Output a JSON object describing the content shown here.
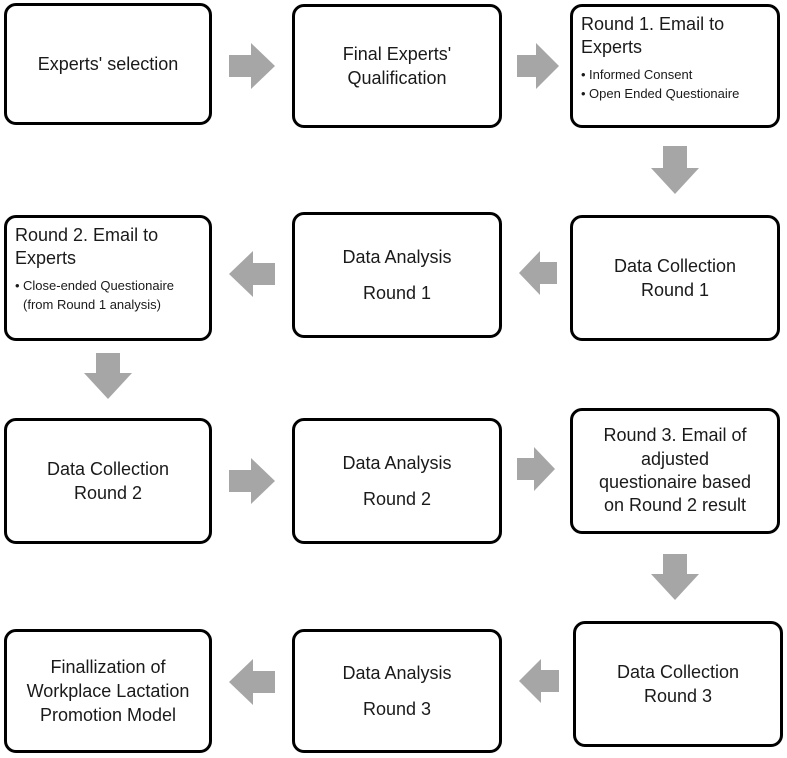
{
  "colors": {
    "box_border": "#000000",
    "arrow": "#a6a6a6"
  },
  "boxes": {
    "experts_selection": {
      "lines": [
        "Experts' selection"
      ]
    },
    "final_qualification": {
      "lines": [
        "Final Experts'",
        "Qualification"
      ]
    },
    "round1_email": {
      "title": "Round 1. Email to Experts",
      "bullets": [
        "Informed Consent",
        "Open Ended Questionaire"
      ]
    },
    "data_collection_r1": {
      "lines": [
        "Data Collection",
        "Round 1"
      ]
    },
    "data_analysis_r1": {
      "lines": [
        "Data Analysis",
        "Round 1"
      ]
    },
    "round2_email": {
      "title": "Round 2. Email to Experts",
      "bullets": [
        "Close-ended Questionaire (from Round 1 analysis)"
      ]
    },
    "data_collection_r2": {
      "lines": [
        "Data Collection",
        "Round 2"
      ]
    },
    "data_analysis_r2": {
      "lines": [
        "Data Analysis",
        "Round 2"
      ]
    },
    "round3_email": {
      "lines": [
        "Round 3. Email of",
        "adjusted",
        "questionaire based",
        "on Round 2 result"
      ]
    },
    "data_collection_r3": {
      "lines": [
        "Data Collection",
        "Round 3"
      ]
    },
    "data_analysis_r3": {
      "lines": [
        "Data Analysis",
        "Round 3"
      ]
    },
    "finalization": {
      "lines": [
        "Finallization of",
        "Workplace Lactation",
        "Promotion  Model"
      ]
    }
  }
}
